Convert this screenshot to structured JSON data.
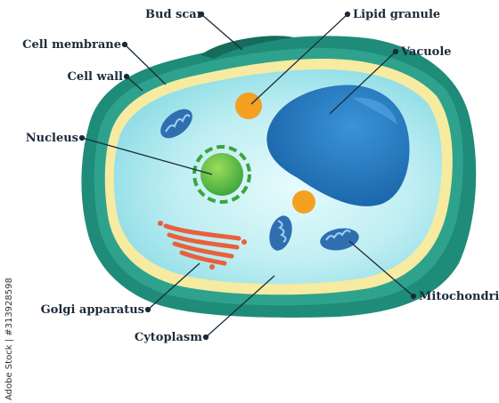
{
  "labels": {
    "bud_scar": "Bud scar",
    "lipid_granule": "Lipid granule",
    "cell_membrane": "Cell membrane",
    "vacuole": "Vacuole",
    "cell_wall": "Cell wall",
    "nucleus": "Nucleus",
    "golgi": "Golgi apparatus",
    "cytoplasm": "Cytoplasm",
    "mitochondria": "Mitochondria"
  },
  "credit": "Adobe Stock | #313928598",
  "colors": {
    "wall": "#1e8c78",
    "membrane": "#f6eba0",
    "cytoplasm": "#bfeef2",
    "vacuole": "#1f73b7",
    "nucleus": "#4cb84c",
    "lipid": "#f4a021",
    "golgi": "#e8603c",
    "mitochondria": "#2f6fb0",
    "label_text": "#1c2b3a"
  }
}
